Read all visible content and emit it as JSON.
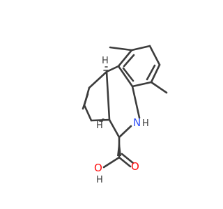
{
  "molecule": {
    "atoms": {
      "nh": {
        "element": "N",
        "label": "N",
        "h_label": "H",
        "color": "#3050f8"
      },
      "oh": {
        "element": "O",
        "label": "O",
        "h_label": "H",
        "color": "#ff0d0d"
      },
      "carbonyl_o": {
        "element": "O",
        "label": "O",
        "color": "#ff0d0d"
      },
      "stereo_h_top": {
        "element": "H",
        "label": "H"
      },
      "stereo_h_mid": {
        "element": "H",
        "label": "H"
      }
    },
    "bond_color": "#3c3c3c",
    "background_color": "#ffffff"
  }
}
